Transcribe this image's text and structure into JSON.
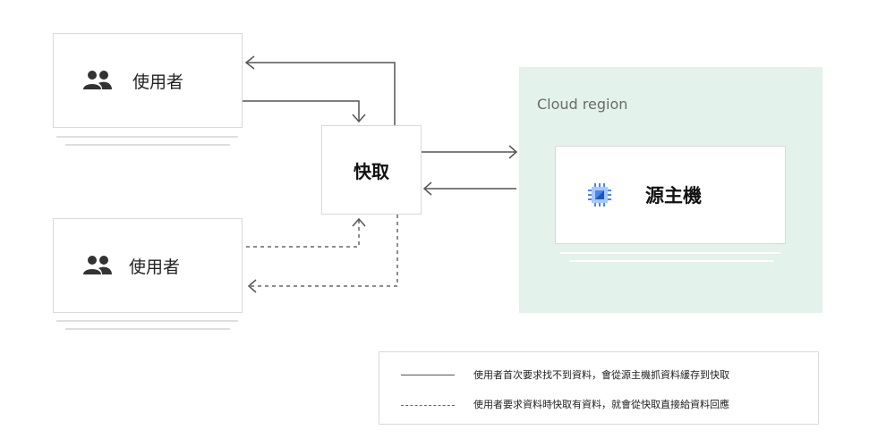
{
  "nodes": {
    "user_top": {
      "label": "使用者",
      "icon": "users-icon"
    },
    "user_bottom": {
      "label": "使用者",
      "icon": "users-icon"
    },
    "cache": {
      "label": "快取"
    },
    "region": {
      "label": "Cloud region"
    },
    "origin": {
      "label": "源主機",
      "icon": "chip-icon"
    }
  },
  "legend": {
    "solid_label": "使用者首次要求找不到資料，會從源主機抓資料緩存到快取",
    "dashed_label": "使用者要求資料時快取有資料，就會從快取直接給資料回應"
  },
  "colors": {
    "region_bg": "#e3f2ea",
    "chip_blue": "#4a86e8",
    "arrow": "#555555"
  }
}
